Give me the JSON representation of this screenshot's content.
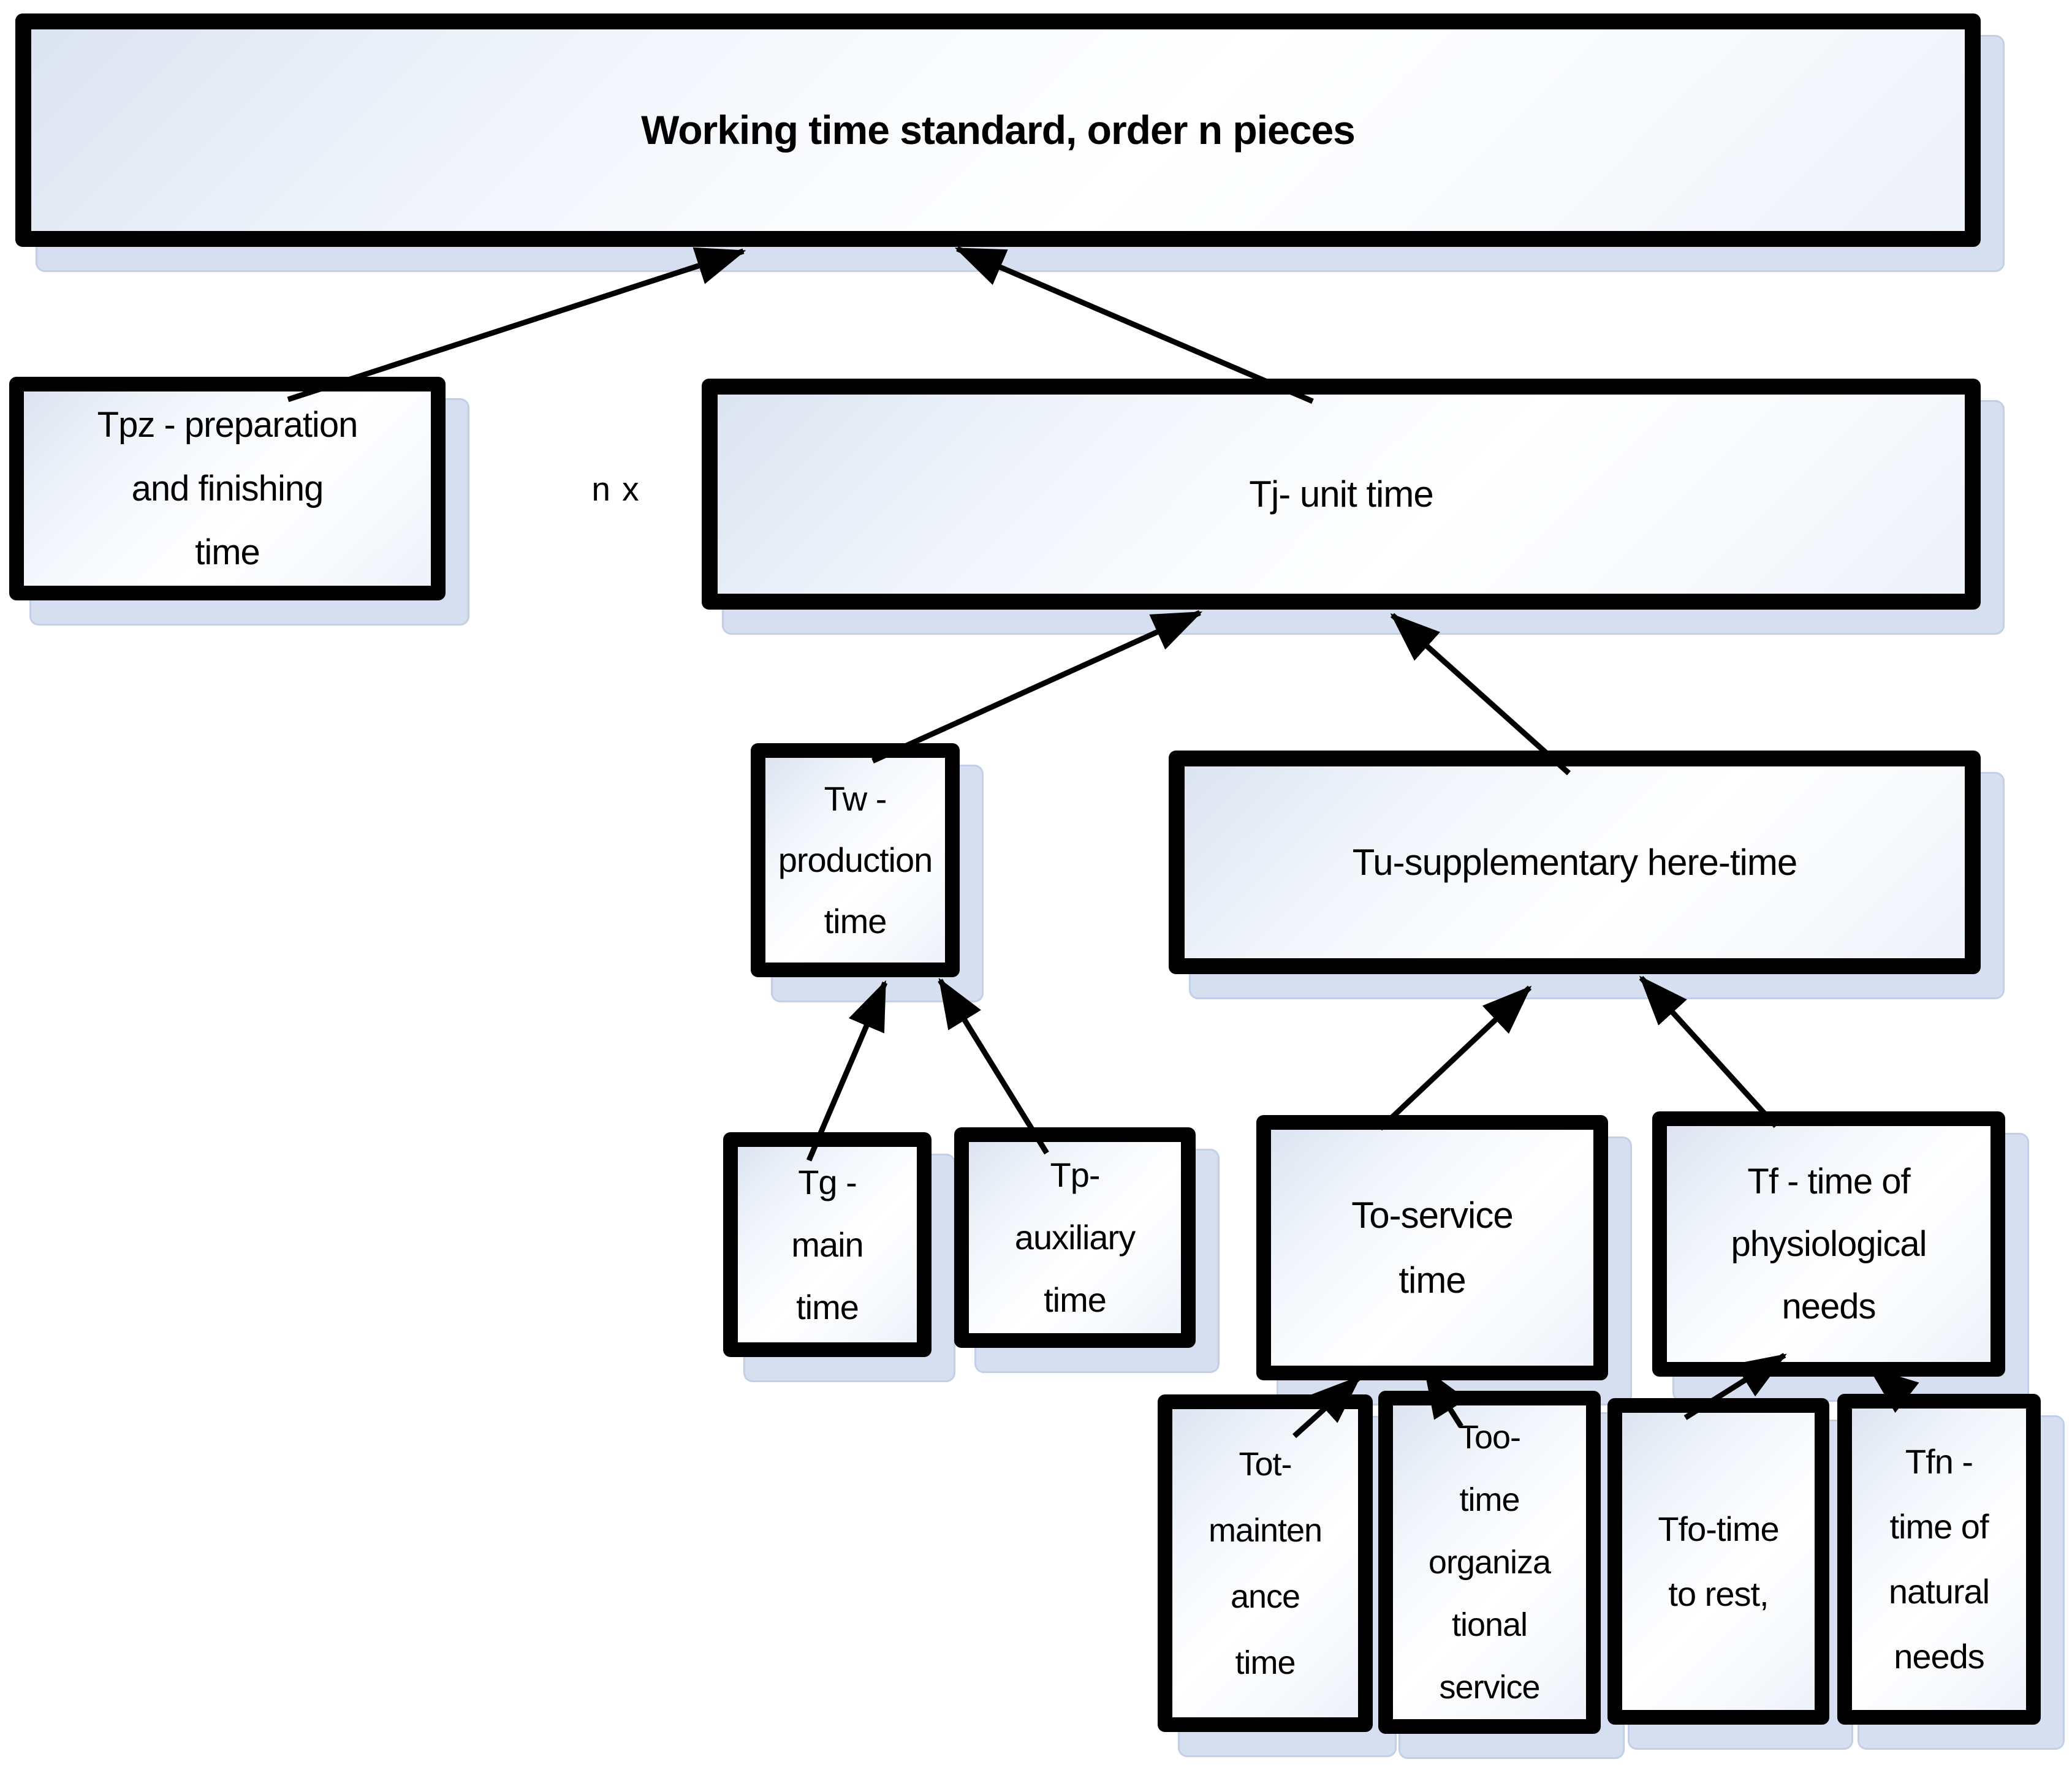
{
  "diagram": {
    "title": "Working time standard, order n pieces",
    "multiplier_label": "n x",
    "nodes": {
      "top": {
        "label": "Working time standard, order n pieces"
      },
      "tpz": {
        "label": "Tpz - preparation\nand finishing\ntime"
      },
      "tj": {
        "label": "Tj- unit time"
      },
      "tw": {
        "label": "Tw -\nproduction\ntime"
      },
      "tu": {
        "label": "Tu-supplementary here-time"
      },
      "tg": {
        "label": "Tg -\nmain\ntime"
      },
      "tp": {
        "label": "Tp-\nauxiliary\ntime"
      },
      "to": {
        "label": "To-service\ntime"
      },
      "tf": {
        "label": "Tf - time of\nphysiological\nneeds"
      },
      "tot": {
        "label": "Tot-\nmainten\nance\ntime"
      },
      "too": {
        "label": "Too-\ntime\norganiza\ntional\nservice"
      },
      "tfo": {
        "label": "Tfo-time\nto rest,"
      },
      "tfn": {
        "label": "Tfn -\ntime of\nnatural\nneeds"
      }
    },
    "edges": [
      {
        "from": "tpz",
        "to": "top"
      },
      {
        "from": "tj",
        "to": "top"
      },
      {
        "from": "tw",
        "to": "tj"
      },
      {
        "from": "tu",
        "to": "tj"
      },
      {
        "from": "tg",
        "to": "tw"
      },
      {
        "from": "tp",
        "to": "tw"
      },
      {
        "from": "to",
        "to": "tu"
      },
      {
        "from": "tf",
        "to": "tu"
      },
      {
        "from": "tot",
        "to": "to"
      },
      {
        "from": "too",
        "to": "to"
      },
      {
        "from": "tfo",
        "to": "tf"
      },
      {
        "from": "tfn",
        "to": "tf"
      }
    ],
    "colors": {
      "box_border": "#000000",
      "box_shadow": "#d6dfef",
      "box_shadow_edge": "#c3cfe7",
      "text": "#000000",
      "background": "#ffffff"
    }
  }
}
